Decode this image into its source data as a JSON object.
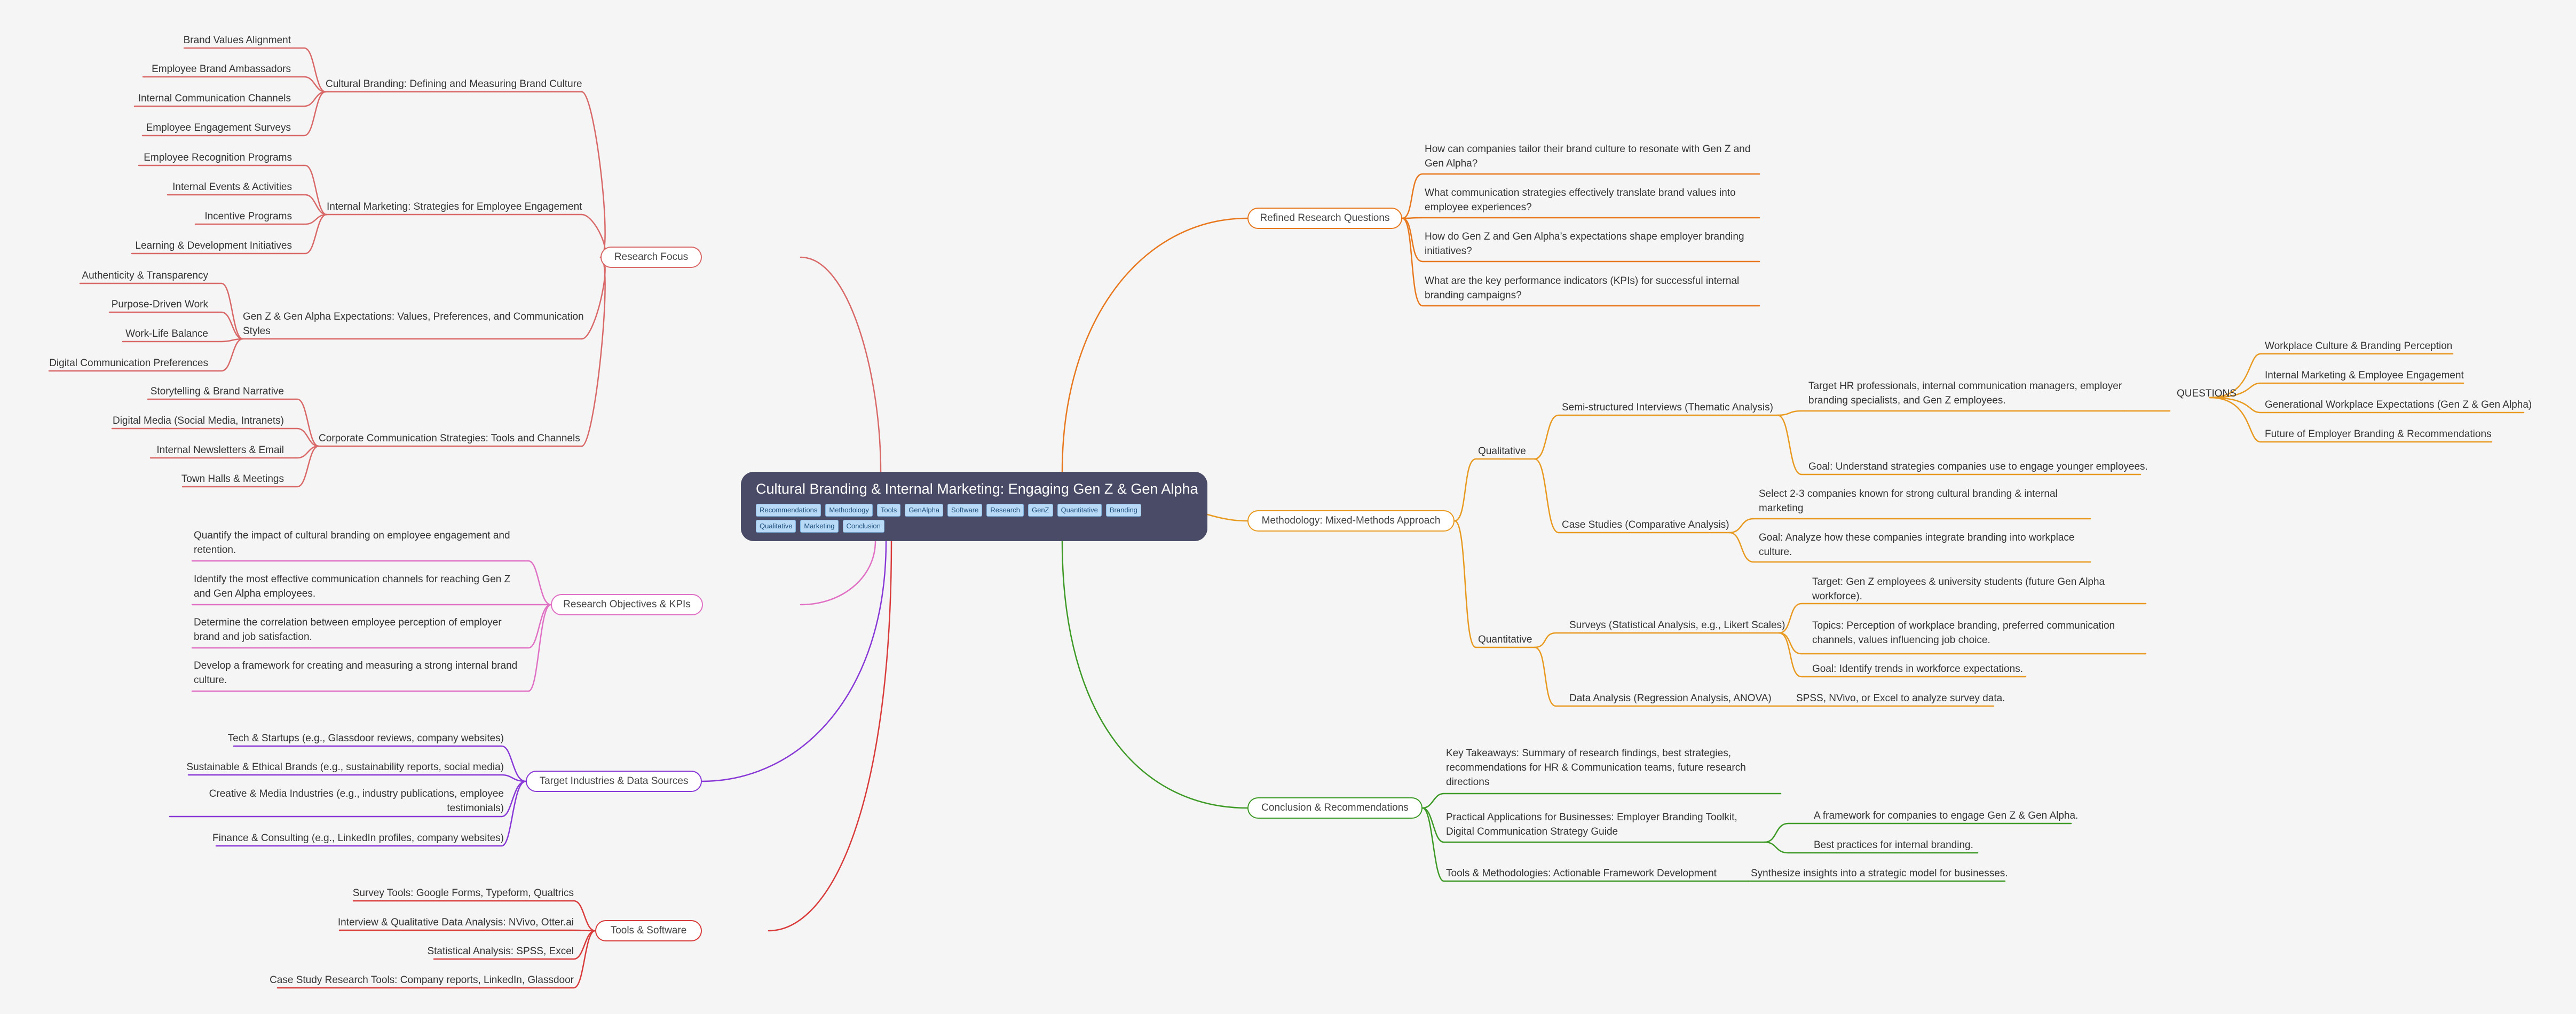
{
  "root": {
    "title": "Cultural Branding & Internal Marketing: Engaging Gen Z & Gen Alpha",
    "tags": [
      "Recommendations",
      "Methodology",
      "Tools",
      "GenAlpha",
      "Software",
      "Research",
      "GenZ",
      "Quantitative",
      "Branding",
      "Qualitative",
      "Marketing",
      "Conclusion"
    ]
  },
  "research_focus": {
    "label": "Research Focus",
    "cultural": {
      "label": "Cultural Branding: Defining and Measuring Brand Culture",
      "items": [
        "Brand Values Alignment",
        "Employee Brand Ambassadors",
        "Internal Communication Channels",
        "Employee Engagement Surveys"
      ]
    },
    "internal": {
      "label": "Internal Marketing: Strategies for Employee Engagement",
      "items": [
        "Employee Recognition Programs",
        "Internal Events & Activities",
        "Incentive Programs",
        "Learning & Development Initiatives"
      ]
    },
    "genz": {
      "label": "Gen Z & Gen Alpha Expectations: Values, Preferences, and Communication Styles",
      "items": [
        "Authenticity & Transparency",
        "Purpose-Driven Work",
        "Work-Life Balance",
        "Digital Communication Preferences"
      ]
    },
    "corporate": {
      "label": "Corporate Communication Strategies: Tools and Channels",
      "items": [
        "Storytelling & Brand Narrative",
        "Digital Media (Social Media, Intranets)",
        "Internal Newsletters & Email",
        "Town Halls & Meetings"
      ]
    }
  },
  "objectives": {
    "label": "Research Objectives & KPIs",
    "items": [
      "Quantify the impact of cultural branding on employee engagement and retention.",
      "Identify the most effective communication channels for reaching Gen Z and Gen Alpha employees.",
      "Determine the correlation between employee perception of employer brand and job satisfaction.",
      "Develop a framework for creating and measuring a strong internal brand culture."
    ]
  },
  "industries": {
    "label": "Target Industries & Data Sources",
    "items": [
      "Tech & Startups (e.g., Glassdoor reviews, company websites)",
      "Sustainable & Ethical Brands (e.g., sustainability reports, social media)",
      "Creative & Media Industries (e.g., industry publications, employee testimonials)",
      "Finance & Consulting (e.g., LinkedIn profiles, company websites)"
    ]
  },
  "tools": {
    "label": "Tools & Software",
    "items": [
      "Survey Tools: Google Forms, Typeform, Qualtrics",
      "Interview & Qualitative Data Analysis: NVivo, Otter.ai",
      "Statistical Analysis: SPSS, Excel",
      "Case Study Research Tools: Company reports, LinkedIn, Glassdoor"
    ]
  },
  "questions": {
    "label": "Refined Research Questions",
    "items": [
      "How can companies tailor their brand culture to resonate with Gen Z and Gen Alpha?",
      "What communication strategies effectively translate brand values into employee experiences?",
      "How do Gen Z and Gen Alpha’s expectations shape employer branding initiatives?",
      "What are the key performance indicators (KPIs) for successful internal branding campaigns?"
    ]
  },
  "methodology": {
    "label": "Methodology: Mixed-Methods Approach",
    "qualitative": {
      "label": "Qualitative",
      "interviews": {
        "label": "Semi-structured Interviews (Thematic Analysis)",
        "target": "Target HR professionals, internal communication managers, employer branding specialists, and Gen Z employees.",
        "questions_label": "QUESTIONS",
        "questions": [
          "Workplace Culture & Branding Perception",
          "Internal Marketing & Employee Engagement",
          "Generational Workplace Expectations (Gen Z & Gen Alpha)",
          "Future of Employer Branding & Recommendations"
        ],
        "goal": "Goal: Understand strategies companies use to engage younger employees."
      },
      "case_studies": {
        "label": "Case Studies (Comparative Analysis)",
        "items": [
          "Select 2-3 companies known for strong cultural branding & internal marketing",
          "Goal: Analyze how these companies integrate branding into workplace culture."
        ]
      }
    },
    "quantitative": {
      "label": "Quantitative",
      "surveys": {
        "label": "Surveys (Statistical Analysis, e.g., Likert Scales)",
        "items": [
          "Target: Gen Z employees & university students (future Gen Alpha workforce).",
          "Topics: Perception of workplace branding, preferred communication channels, values influencing job choice.",
          "Goal: Identify trends in workforce expectations."
        ]
      },
      "data_analysis": {
        "label": "Data Analysis (Regression Analysis, ANOVA)",
        "item": "SPSS, NVivo, or Excel to analyze survey data."
      }
    }
  },
  "conclusion": {
    "label": "Conclusion & Recommendations",
    "key_takeaways": "Key Takeaways: Summary of research findings, best strategies, recommendations for HR & Communication teams, future research directions",
    "practical": {
      "label": "Practical Applications for Businesses: Employer Branding Toolkit, Digital Communication Strategy Guide",
      "items": [
        "A framework for companies to engage Gen Z & Gen Alpha.",
        "Best practices for internal branding."
      ]
    },
    "tools_methods": {
      "label": "Tools & Methodologies: Actionable Framework Development",
      "item": "Synthesize insights into a strategic model for businesses."
    }
  },
  "colors": {
    "root_bg": "#4a4b66",
    "research_focus": "#d96868",
    "objectives": "#e070c4",
    "industries": "#8838d6",
    "tools": "#d93b3b",
    "questions": "#e8781e",
    "methodology": "#e89a20",
    "conclusion": "#3e9a26"
  }
}
